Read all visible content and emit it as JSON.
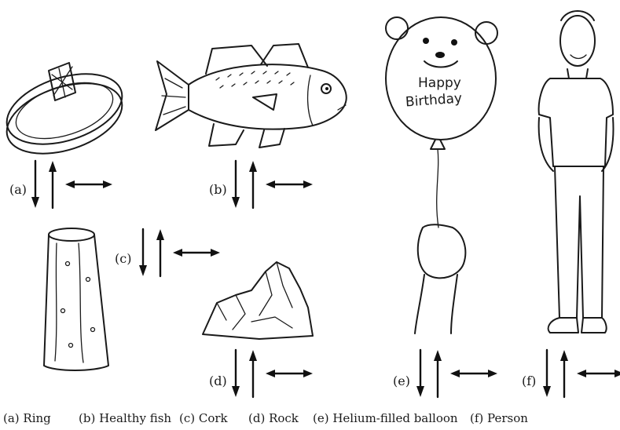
{
  "labels": {
    "a": "(a)",
    "b": "(b)",
    "c": "(c)",
    "d": "(d)",
    "e": "(e)",
    "f": "(f)"
  },
  "balloon_text": {
    "line1": "Happy",
    "line2": "Birthday"
  },
  "captions": [
    "(a) Ring",
    "(b) Healthy fish",
    "(c) Cork",
    "(d) Rock",
    "(e) Helium-filled balloon",
    "(f) Person"
  ]
}
